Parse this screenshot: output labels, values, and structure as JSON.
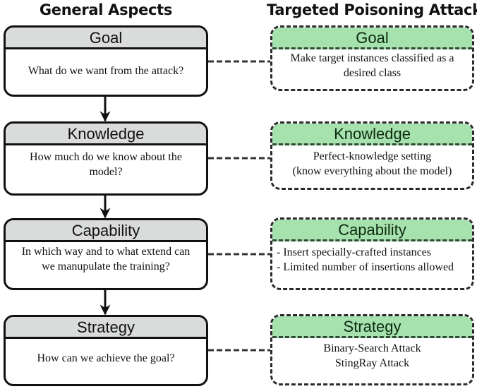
{
  "columns": {
    "left_title": "General Aspects",
    "right_title": "Targeted Poisoning Attack"
  },
  "colors": {
    "left_header_fill": "#d9dcda",
    "right_header_fill": "#a6e2ad",
    "border": "#111111"
  },
  "general_aspects": [
    {
      "title": "Goal",
      "lines": [
        "What do we want from the attack?"
      ]
    },
    {
      "title": "Knowledge",
      "lines": [
        "How much do we know about the",
        "model?"
      ]
    },
    {
      "title": "Capability",
      "lines": [
        "In which way and to what extend can",
        "we manupulate the training?"
      ]
    },
    {
      "title": "Strategy",
      "lines": [
        "How can we achieve the goal?"
      ]
    }
  ],
  "targeted_poisoning_attack": [
    {
      "title": "Goal",
      "lines": [
        "Make target instances classified as a",
        "desired class"
      ]
    },
    {
      "title": "Knowledge",
      "lines": [
        "Perfect-knowledge setting",
        "(know everything about the model)"
      ]
    },
    {
      "title": "Capability",
      "lines": [
        "- Insert specially-crafted instances",
        "- Limited number of insertions allowed"
      ]
    },
    {
      "title": "Strategy",
      "lines": [
        "Binary-Search Attack",
        "StingRay Attack"
      ]
    }
  ]
}
